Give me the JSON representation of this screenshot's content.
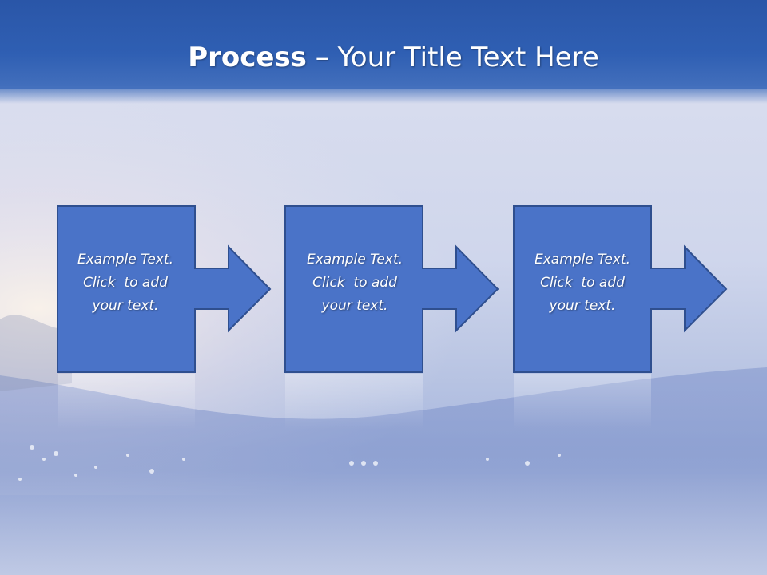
{
  "slide": {
    "title_bold": "Process",
    "title_rest": " – Your Title Text Here"
  },
  "colors": {
    "box_fill": "#4a73c8",
    "box_stroke": "#2f4f8f",
    "title_bar": "#2f5fb3"
  },
  "steps": [
    {
      "line1": "Example Text.",
      "line2": "Click  to add",
      "line3": "your text."
    },
    {
      "line1": "Example Text.",
      "line2": "Click  to add",
      "line3": "your text."
    },
    {
      "line1": "Example Text.",
      "line2": "Click  to add",
      "line3": "your text."
    }
  ]
}
